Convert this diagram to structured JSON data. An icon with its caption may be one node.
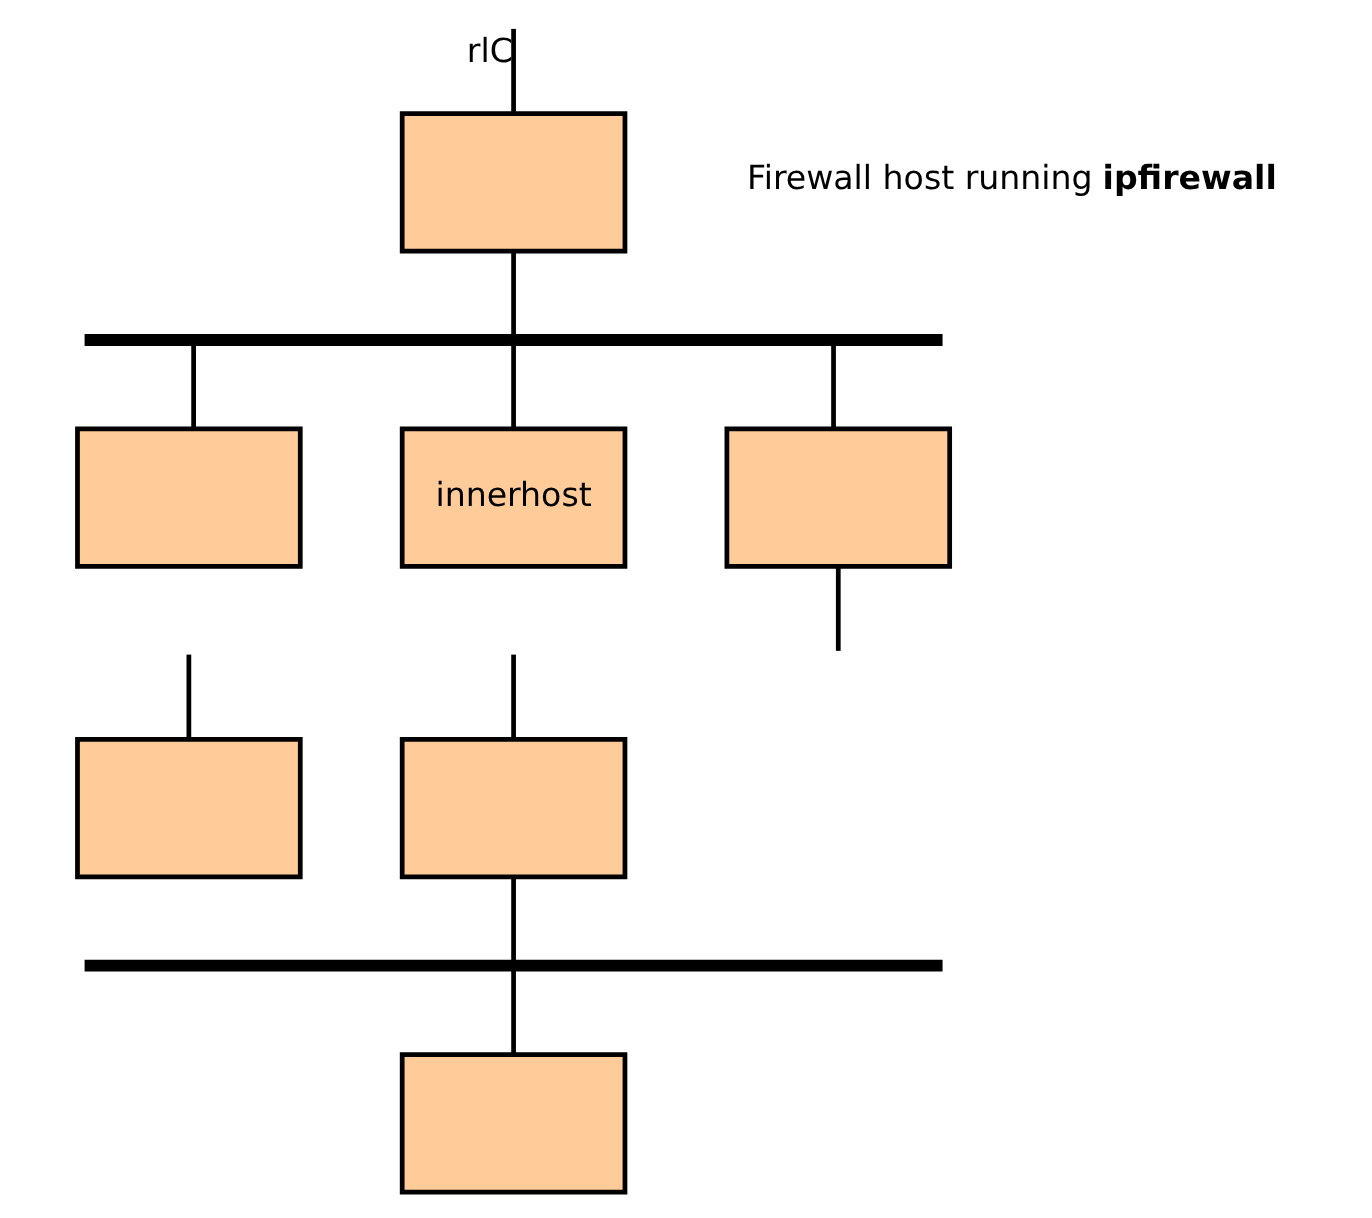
{
  "diagram": {
    "nodes": [
      {
        "text": [],
        "shape": "box",
        "beside": [
          "Firewall host running **ipfirewall**"
        ]
      },
      {
        "text": [],
        "shape": "bar"
      },
      {
        "text": [],
        "shape": "box"
      },
      {
        "text": [
          "innerhost"
        ]
      },
      {
        "text": [],
        "shape": "box"
      },
      {
        "text": [],
        "shape": "box"
      },
      {
        "text": [],
        "shape": "box"
      },
      {
        "text": [],
        "shape": "bar"
      },
      {
        "text": [],
        "shape": "box"
      }
    ],
    "edges": [
      {
        "from": null,
        "to": 0,
        "arrow": "none",
        "label": "rlC"
      },
      {
        "from": 0,
        "to": 1,
        "arrow": "none"
      },
      {
        "from": 1,
        "to": 2,
        "arrow": "none"
      },
      {
        "from": 1,
        "to": 3,
        "arrow": "none"
      },
      {
        "from": 1,
        "to": 4,
        "arrow": "none"
      },
      {
        "from": 4,
        "to": null,
        "arrow": "none"
      },
      {
        "from": null,
        "to": 5,
        "arrow": "none"
      },
      {
        "from": null,
        "to": 6,
        "arrow": "none"
      },
      {
        "from": 6,
        "to": 7,
        "arrow": "none"
      },
      {
        "from": 7,
        "to": 8,
        "arrow": "none"
      }
    ]
  }
}
